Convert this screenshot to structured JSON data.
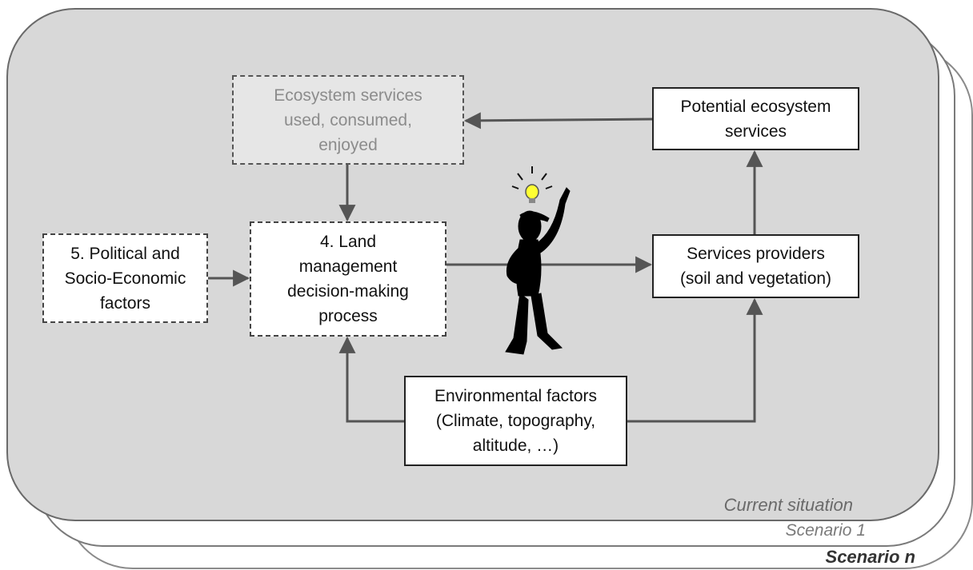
{
  "layers": {
    "current": "Current situation",
    "scenario_1": "Scenario 1",
    "scenario_n": "Scenario n"
  },
  "boxes": {
    "eco_used": "Ecosystem services\nused, consumed,\nenjoyed",
    "potential": "Potential ecosystem\nservices",
    "political": "5. Political  and\nSocio-Economic\nfactors",
    "land": "4. Land\nmanagement\ndecision-making\nprocess",
    "providers": "Services providers\n(soil and vegetation)",
    "env": "Environmental factors\n(Climate, topography,\naltitude, …)"
  },
  "colors": {
    "current_fill": "#d8d8d8",
    "eco_used_fill": "#e6e6e6",
    "arrow": "#555555",
    "bulb": "#ffff33"
  }
}
